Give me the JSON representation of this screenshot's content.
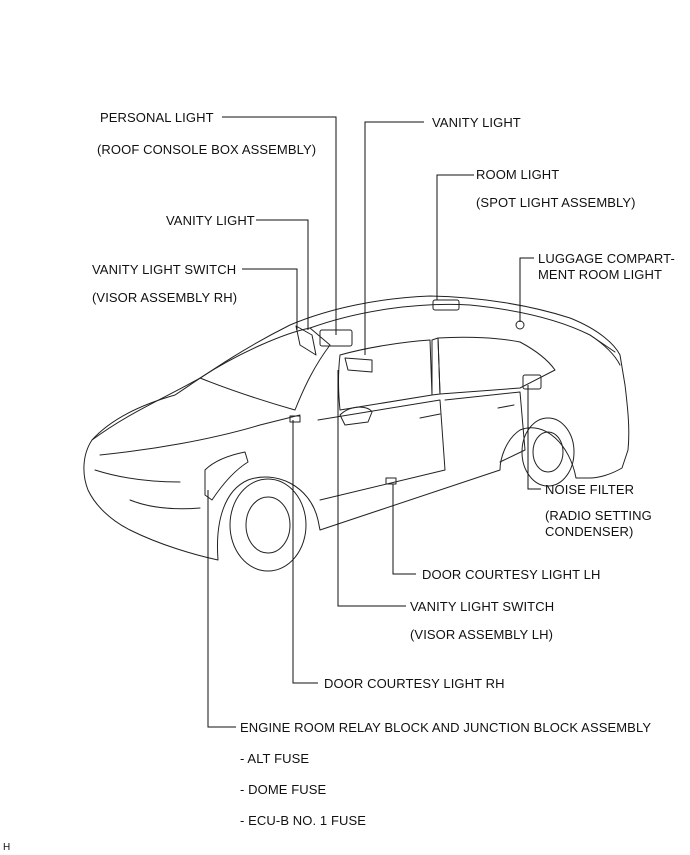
{
  "labels": {
    "personal_light": "PERSONAL LIGHT",
    "personal_light_sub": "(ROOF CONSOLE BOX ASSEMBLY)",
    "vanity_light_right": "VANITY LIGHT",
    "room_light": "ROOM LIGHT",
    "room_light_sub": "(SPOT LIGHT ASSEMBLY)",
    "vanity_light_left": "VANITY LIGHT",
    "vanity_switch_rh": "VANITY LIGHT SWITCH",
    "vanity_switch_rh_sub": "(VISOR ASSEMBLY RH)",
    "luggage_line1": "LUGGAGE COMPART-",
    "luggage_line2": "MENT ROOM LIGHT",
    "noise_filter": "NOISE FILTER",
    "noise_filter_sub1": "(RADIO SETTING",
    "noise_filter_sub2": "CONDENSER)",
    "door_courtesy_lh": "DOOR COURTESY LIGHT LH",
    "vanity_switch_lh": "VANITY LIGHT SWITCH",
    "vanity_switch_lh_sub": "(VISOR ASSEMBLY LH)",
    "door_courtesy_rh": "DOOR COURTESY LIGHT  RH",
    "engine_room": "ENGINE ROOM RELAY BLOCK AND JUNCTION BLOCK ASSEMBLY",
    "fuse_alt": "- ALT FUSE",
    "fuse_dome": "- DOME FUSE",
    "fuse_ecu": "- ECU-B NO. 1 FUSE",
    "corner_mark": "H"
  }
}
